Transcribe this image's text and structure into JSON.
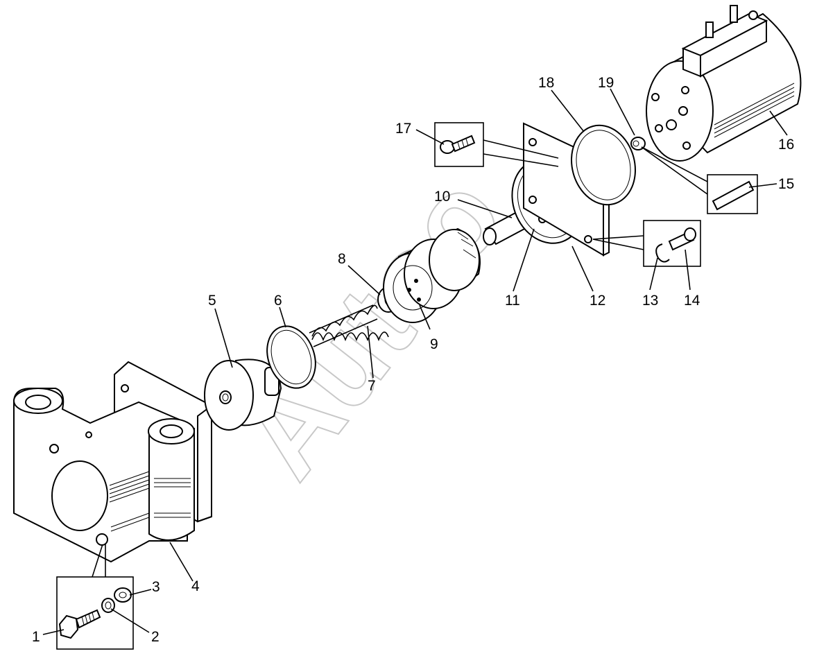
{
  "watermark": "Autoo",
  "callouts": [
    {
      "id": "c1",
      "label": "1"
    },
    {
      "id": "c2",
      "label": "2"
    },
    {
      "id": "c3",
      "label": "3"
    },
    {
      "id": "c4",
      "label": "4"
    },
    {
      "id": "c5",
      "label": "5"
    },
    {
      "id": "c6",
      "label": "6"
    },
    {
      "id": "c7",
      "label": "7"
    },
    {
      "id": "c8",
      "label": "8"
    },
    {
      "id": "c9",
      "label": "9"
    },
    {
      "id": "c10",
      "label": "10"
    },
    {
      "id": "c11",
      "label": "11"
    },
    {
      "id": "c12",
      "label": "12"
    },
    {
      "id": "c13",
      "label": "13"
    },
    {
      "id": "c14",
      "label": "14"
    },
    {
      "id": "c15",
      "label": "15"
    },
    {
      "id": "c16",
      "label": "16"
    },
    {
      "id": "c17",
      "label": "17"
    },
    {
      "id": "c18",
      "label": "18"
    },
    {
      "id": "c19",
      "label": "19"
    }
  ]
}
